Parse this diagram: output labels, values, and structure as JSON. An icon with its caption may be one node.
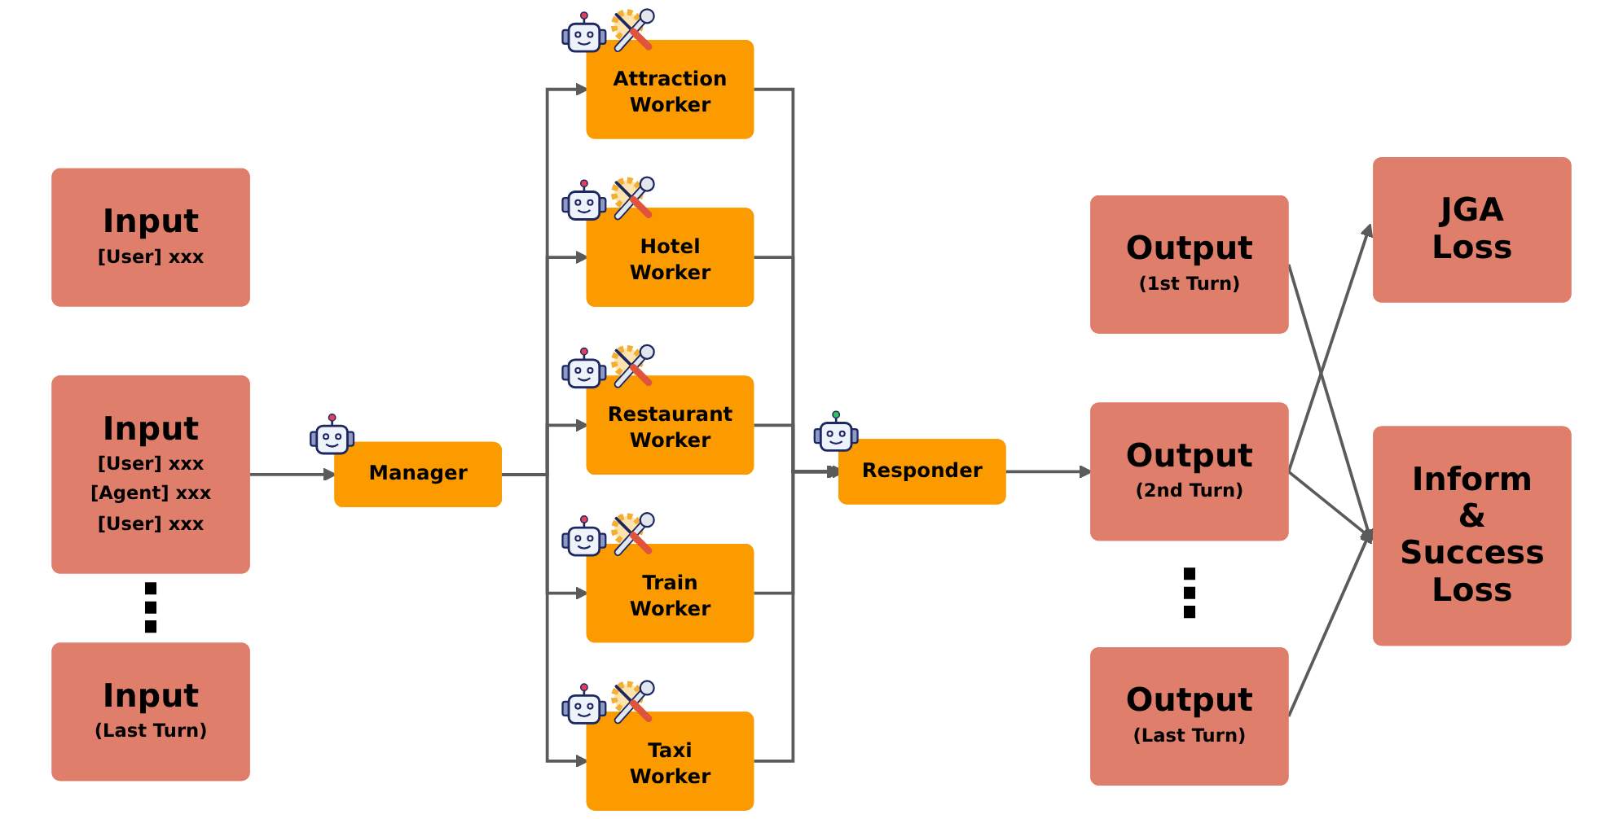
{
  "diagram": {
    "nodes": [
      {
        "text": [
          "Input",
          "[User] xxx"
        ]
      },
      {
        "text": [
          "Input",
          "[User] xxx",
          "[Agent] xxx",
          "[User] xxx"
        ]
      },
      {
        "text": [
          "Input",
          "(Last Turn)"
        ]
      },
      {
        "text": [
          "Manager"
        ]
      },
      {
        "text": [
          "Attraction Worker"
        ]
      },
      {
        "text": [
          "Hotel Worker"
        ]
      },
      {
        "text": [
          "Restaurant Worker"
        ]
      },
      {
        "text": [
          "Train Worker"
        ]
      },
      {
        "text": [
          "Taxi Worker"
        ]
      },
      {
        "text": [
          "Responder"
        ]
      },
      {
        "text": [
          "Output",
          "(1st Turn)"
        ]
      },
      {
        "text": [
          "Output",
          "(2nd Turn)"
        ]
      },
      {
        "text": [
          "Output",
          "(Last Turn)"
        ]
      },
      {
        "text": [
          "JGA Loss"
        ]
      },
      {
        "text": [
          "Inform & Success Loss"
        ]
      }
    ],
    "edges": [
      {
        "from": 1,
        "to": 3,
        "arrow": "to"
      },
      {
        "from": 3,
        "to": 4,
        "arrow": "to"
      },
      {
        "from": 3,
        "to": 5,
        "arrow": "to"
      },
      {
        "from": 3,
        "to": 6,
        "arrow": "to"
      },
      {
        "from": 3,
        "to": 7,
        "arrow": "to"
      },
      {
        "from": 3,
        "to": 8,
        "arrow": "to"
      },
      {
        "from": 4,
        "to": 9,
        "arrow": "to"
      },
      {
        "from": 5,
        "to": 9,
        "arrow": "to"
      },
      {
        "from": 6,
        "to": 9,
        "arrow": "to"
      },
      {
        "from": 7,
        "to": 9,
        "arrow": "to"
      },
      {
        "from": 8,
        "to": 9,
        "arrow": "to"
      },
      {
        "from": 9,
        "to": 11,
        "arrow": "to"
      },
      {
        "from": 10,
        "to": 14,
        "arrow": "to"
      },
      {
        "from": 11,
        "to": 13,
        "arrow": "to"
      },
      {
        "from": 11,
        "to": 14,
        "arrow": "to"
      },
      {
        "from": 12,
        "to": 14,
        "arrow": "to"
      }
    ],
    "labels": [
      "⋮",
      "⋮"
    ]
  }
}
